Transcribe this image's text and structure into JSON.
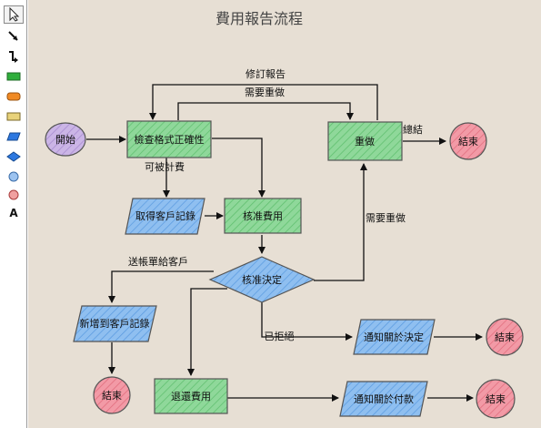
{
  "toolbar": {
    "tools": [
      {
        "name": "pointer-tool"
      },
      {
        "name": "arrow-connector-tool"
      },
      {
        "name": "elbow-connector-tool"
      },
      {
        "name": "green-rectangle-tool",
        "color": "#2fae3c"
      },
      {
        "name": "orange-rounded-rectangle-tool",
        "color": "#f08a24"
      },
      {
        "name": "yellow-rectangle-tool",
        "color": "#e8d27a"
      },
      {
        "name": "blue-parallelogram-tool",
        "color": "#2d78e0"
      },
      {
        "name": "blue-diamond-tool",
        "color": "#2d78e0"
      },
      {
        "name": "blue-circle-tool",
        "color": "#9cc3f0"
      },
      {
        "name": "red-circle-tool",
        "color": "#f0a0a0"
      },
      {
        "name": "text-tool",
        "glyph": "A"
      }
    ]
  },
  "diagram": {
    "title": "費用報告流程",
    "colors": {
      "background": "#e7dfd4",
      "process_green": "#8fd89a",
      "data_blue": "#8fbff0",
      "start_purple": "#cbb5e6",
      "end_red": "#f29aa6",
      "decision_blue": "#8fbff0"
    },
    "nodes": {
      "start": "開始",
      "check_format": "檢查格式正確性",
      "get_record": "取得客戶記錄",
      "approve_expense": "核准費用",
      "decision": "核准決定",
      "redo": "重做",
      "end_top": "結束",
      "add_record": "新增到客戶記錄",
      "end_left": "結束",
      "reimburse": "退還費用",
      "notify_decision": "通知關於決定",
      "end_mid": "結束",
      "notify_payment": "通知關於付款",
      "end_bottom": "結束"
    },
    "edge_labels": {
      "revise_report": "修訂報告",
      "needs_redo_top": "需要重做",
      "billable": "可被計費",
      "conclude": "總結",
      "needs_redo_right": "需要重做",
      "send_bill": "送帳單給客戶",
      "rejected": "已拒絕"
    }
  }
}
